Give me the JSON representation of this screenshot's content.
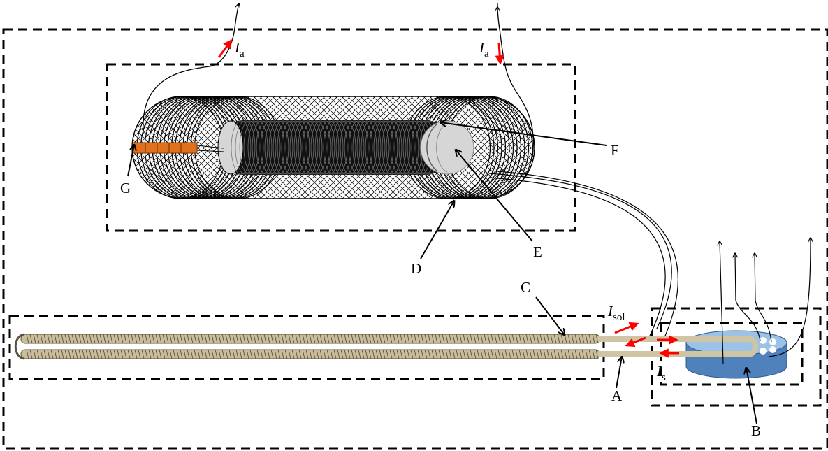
{
  "labels": {
    "A": "A",
    "B": "B",
    "C": "C",
    "D": "D",
    "E": "E",
    "F": "F",
    "G": "G"
  },
  "currents": {
    "ia_left": {
      "symbol": "I",
      "subscript": "a"
    },
    "ia_right": {
      "symbol": "I",
      "subscript": "a"
    },
    "isol": {
      "symbol": "I",
      "subscript": "sol"
    },
    "is": {
      "symbol": "I",
      "subscript": "s"
    }
  },
  "colors": {
    "arrow_red": "#ff0000",
    "stripe_orange": "#e0701c",
    "sample_blue": "#4f81bd",
    "sample_light": "#9cc3e6",
    "cable_tan": "#c9bd9c",
    "dome_gray": "#d6d6d6",
    "coil_black": "#000000"
  }
}
